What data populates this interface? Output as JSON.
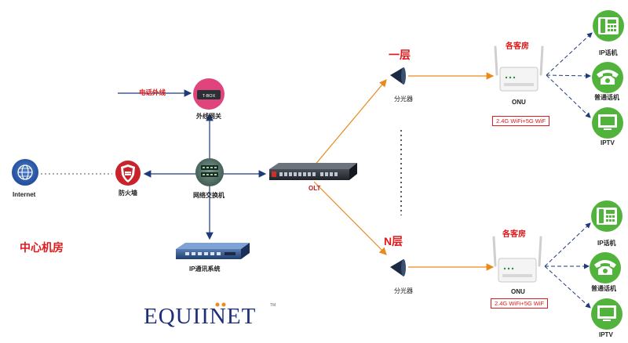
{
  "labels": {
    "internet": "Internet",
    "firewall": "防火墙",
    "switch": "网络交换机",
    "gateway": "外线网关",
    "phone_line": "电话外线",
    "ip_system": "IP通讯系统",
    "olt": "OLT",
    "center_room": "中心机房",
    "layer_1": "一层",
    "layer_n": "N层",
    "splitter": "分光器",
    "guest_room": "各客房",
    "onu": "ONU",
    "wifi": "2.4G WiFi+5G WiF",
    "ip_phone": "IP话机",
    "regular_phone": "普通话机",
    "iptv": "IPTV",
    "tbox": "T-BOX"
  },
  "logo": {
    "text": "EQUIINET",
    "trademark": "TM"
  },
  "colors": {
    "fiber": "#e98a1a",
    "link": "#1d3a7a",
    "accent_red": "#e0191b",
    "end_device_green": "#52b33c",
    "firewall_red": "#c9222b",
    "gateway_pink": "#e0447c"
  }
}
